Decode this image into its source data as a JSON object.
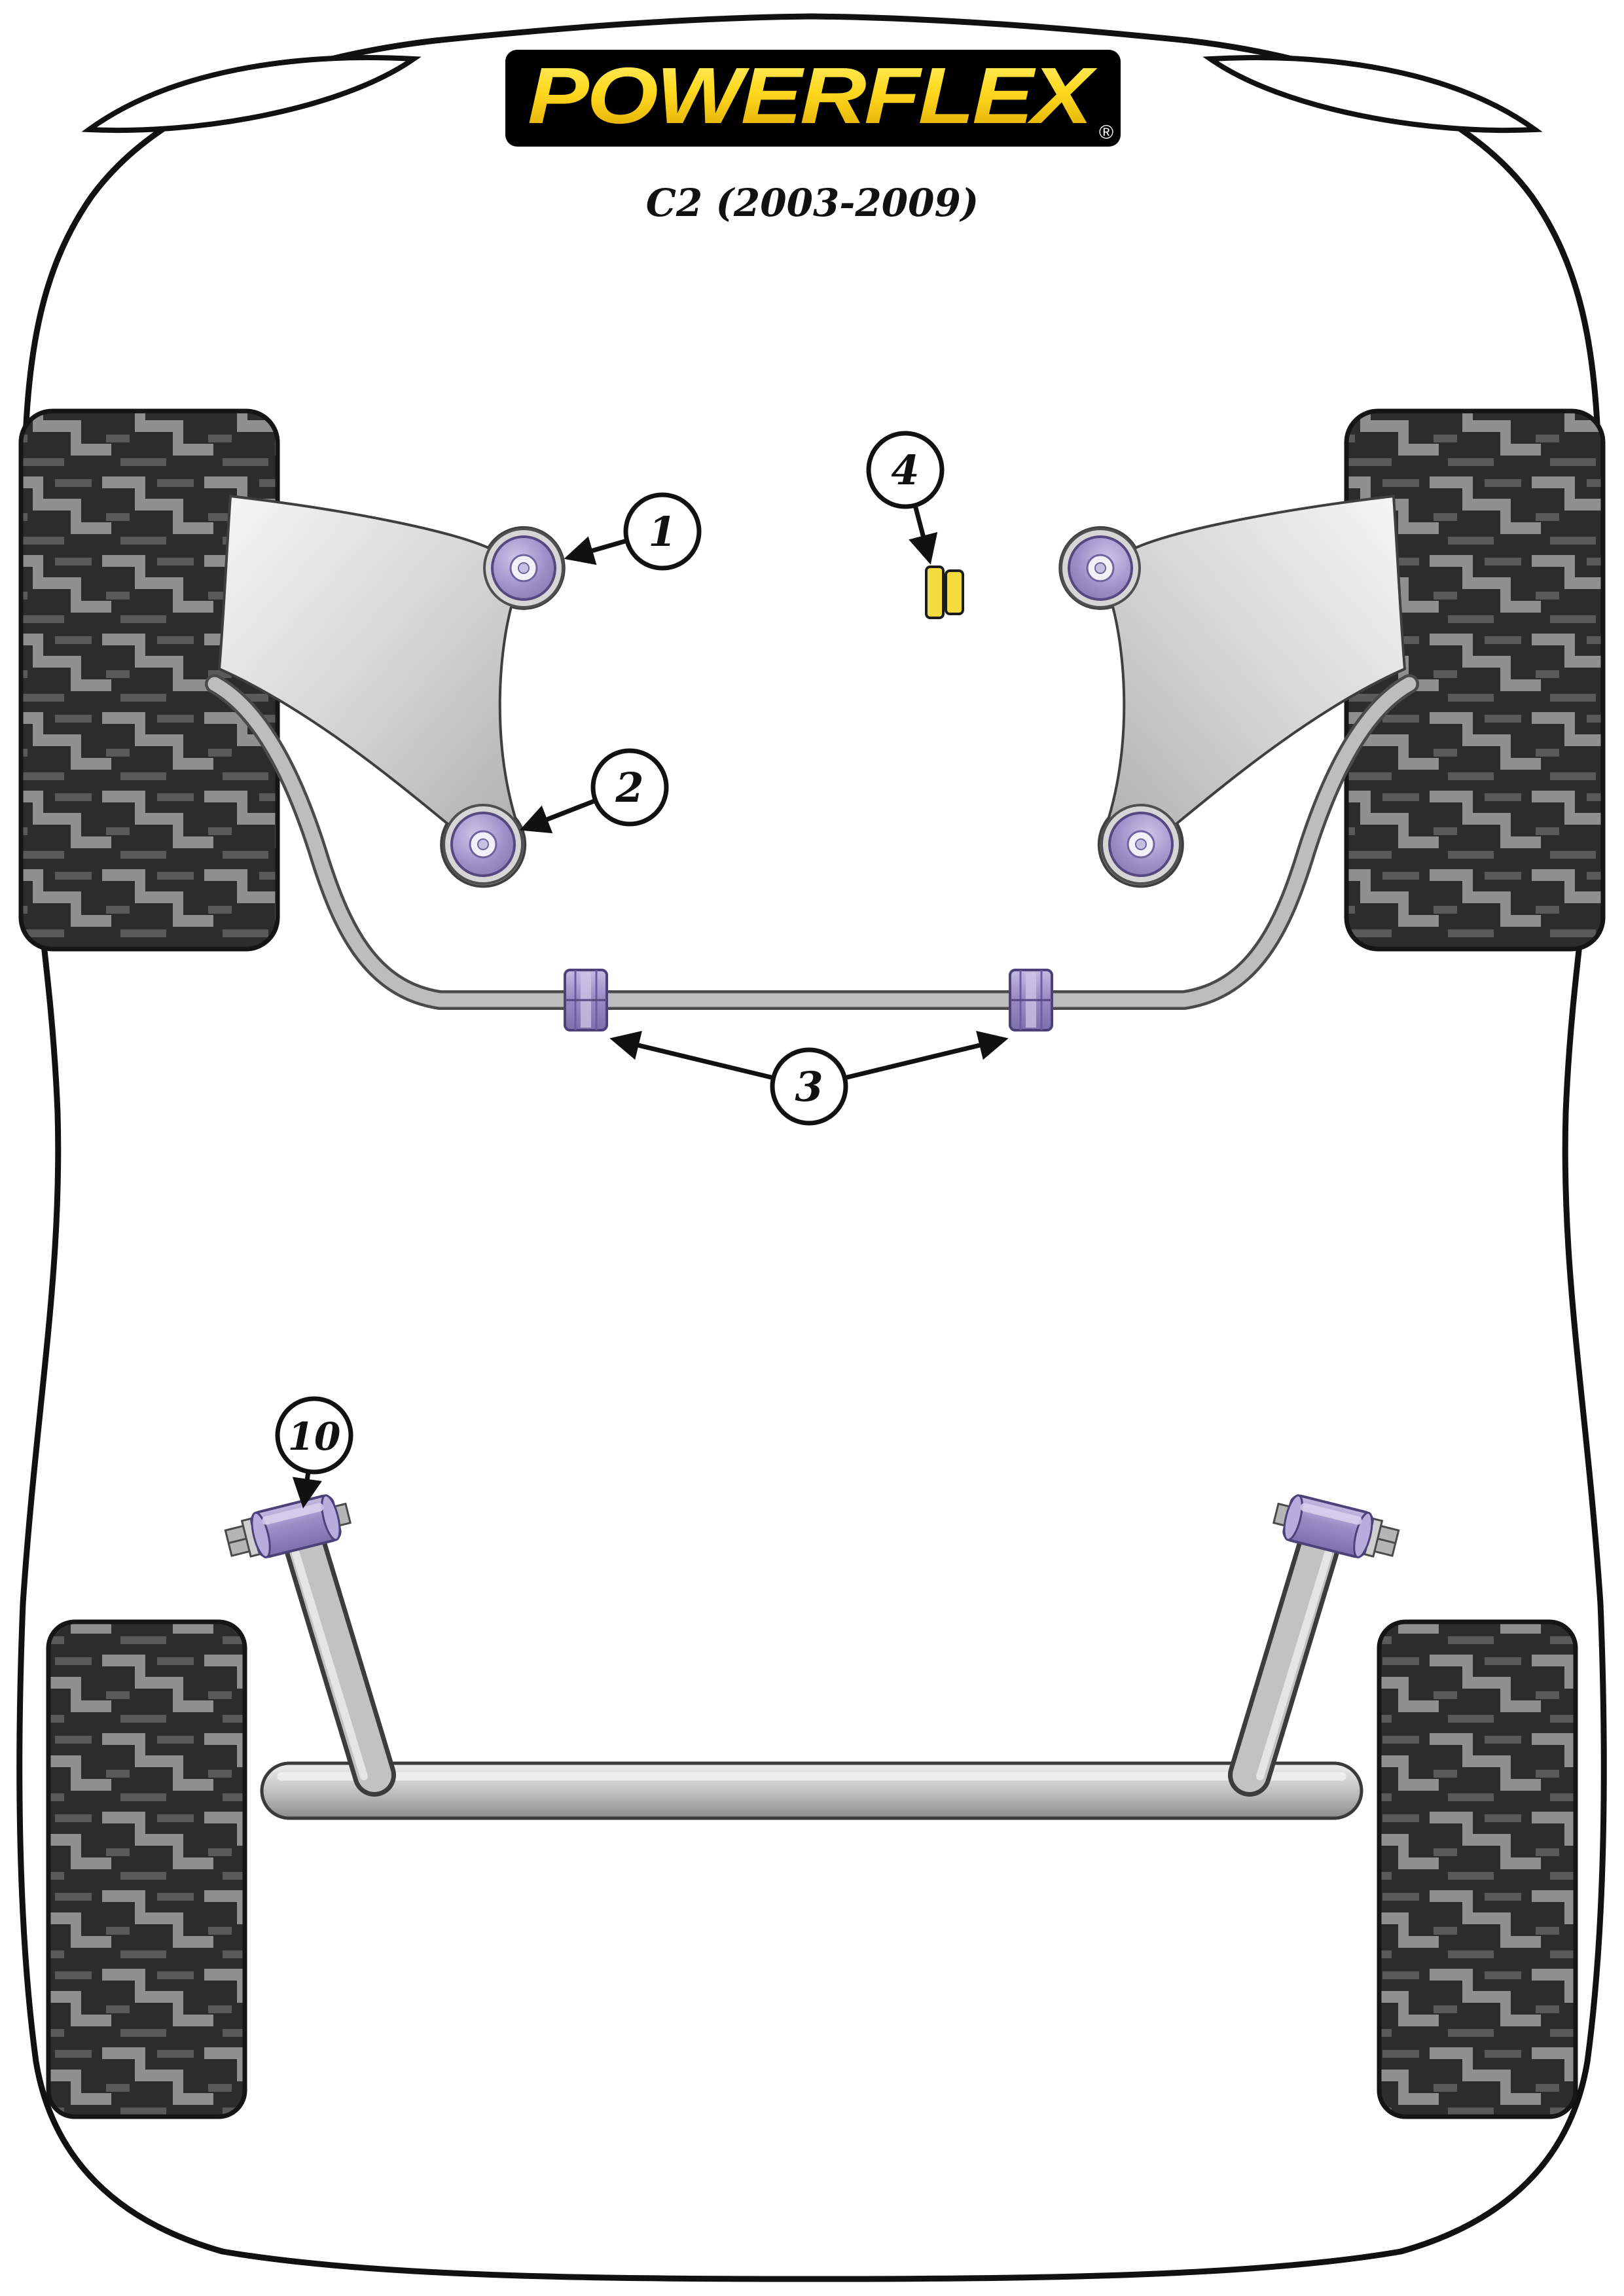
{
  "brand": {
    "logo_text": "POWERFLEX",
    "registered_mark": "®"
  },
  "title": "C2 (2003-2009)",
  "callouts": [
    {
      "label": "1"
    },
    {
      "label": "2"
    },
    {
      "label": "3"
    },
    {
      "label": "4"
    },
    {
      "label": "10"
    }
  ],
  "colors": {
    "logo_background": "#000000",
    "logo_yellow": "#ffd920",
    "bush_purple": "#9c8fc8",
    "bush_yellow": "#f4dc3f",
    "metal_gray": "#c6c6c6",
    "tyre_dark": "#2c2c2c",
    "tyre_light": "#8f8f8f",
    "outline_black": "#111111"
  }
}
